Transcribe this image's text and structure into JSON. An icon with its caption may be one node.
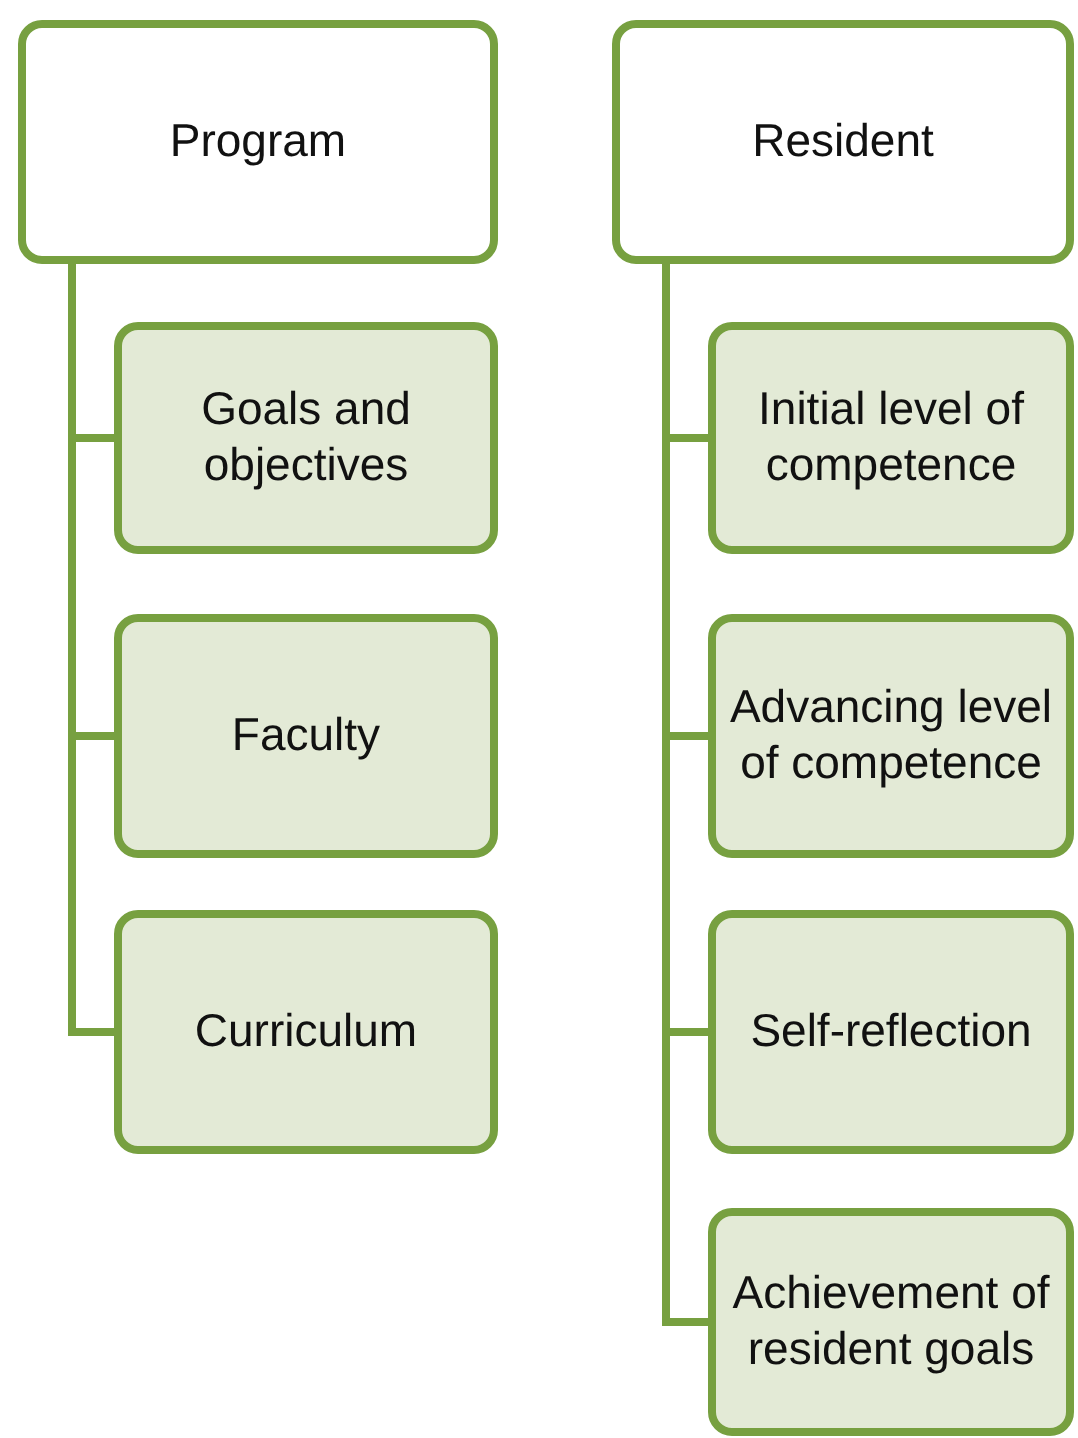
{
  "diagram": {
    "nodes": [
      {
        "text": [
          "Program"
        ]
      },
      {
        "text": [
          "Goals and objectives"
        ]
      },
      {
        "text": [
          "Faculty"
        ]
      },
      {
        "text": [
          "Curriculum"
        ]
      },
      {
        "text": [
          "Resident"
        ]
      },
      {
        "text": [
          "Initial level of competence"
        ]
      },
      {
        "text": [
          "Advancing level of competence"
        ]
      },
      {
        "text": [
          "Self-reflection"
        ]
      },
      {
        "text": [
          "Achievement of resident goals"
        ]
      }
    ],
    "edges": [
      {
        "from": 0,
        "to": 1,
        "arrow": "none"
      },
      {
        "from": 0,
        "to": 2,
        "arrow": "none"
      },
      {
        "from": 0,
        "to": 3,
        "arrow": "none"
      },
      {
        "from": 4,
        "to": 5,
        "arrow": "none"
      },
      {
        "from": 4,
        "to": 6,
        "arrow": "none"
      },
      {
        "from": 4,
        "to": 7,
        "arrow": "none"
      },
      {
        "from": 4,
        "to": 8,
        "arrow": "none"
      }
    ]
  }
}
